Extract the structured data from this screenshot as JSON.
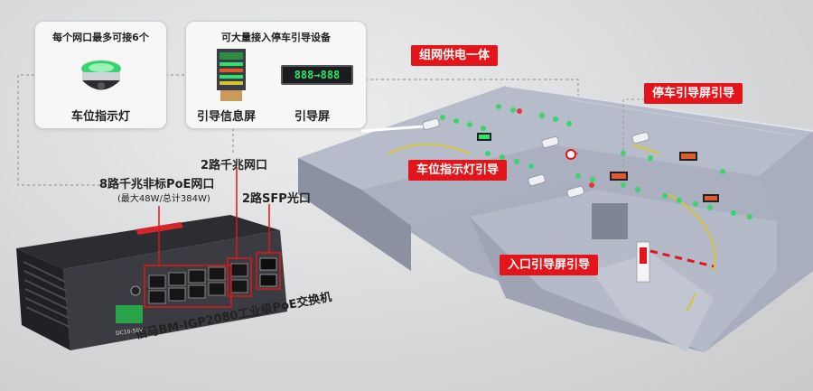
{
  "card1": {
    "title": "每个网口最多可接6个",
    "item_label": "车位指示灯"
  },
  "card2": {
    "title": "可大量接入停车引导设备",
    "item1_label": "引导信息屏",
    "item2_label": "引导屏",
    "screen_text": "888→888"
  },
  "switch_labels": {
    "poe_ports": "8路千兆非标PoE网口",
    "poe_power": "(最大48W/总计384W)",
    "gig_ports": "2路千兆网口",
    "sfp_ports": "2路SFP光口",
    "product_name": "佰马BM-IGP2080工业级PoE交换机",
    "dc_label": "DC10-58V"
  },
  "scene_labels": {
    "network_power": "组网供电一体",
    "parking_screen": "停车引导屏引导",
    "space_light": "车位指示灯引导",
    "entrance_screen": "入口引导屏引导"
  },
  "colors": {
    "accent_red": "#e3151a",
    "indicator_green": "#39d46b",
    "screen_green": "#2ee36a"
  }
}
